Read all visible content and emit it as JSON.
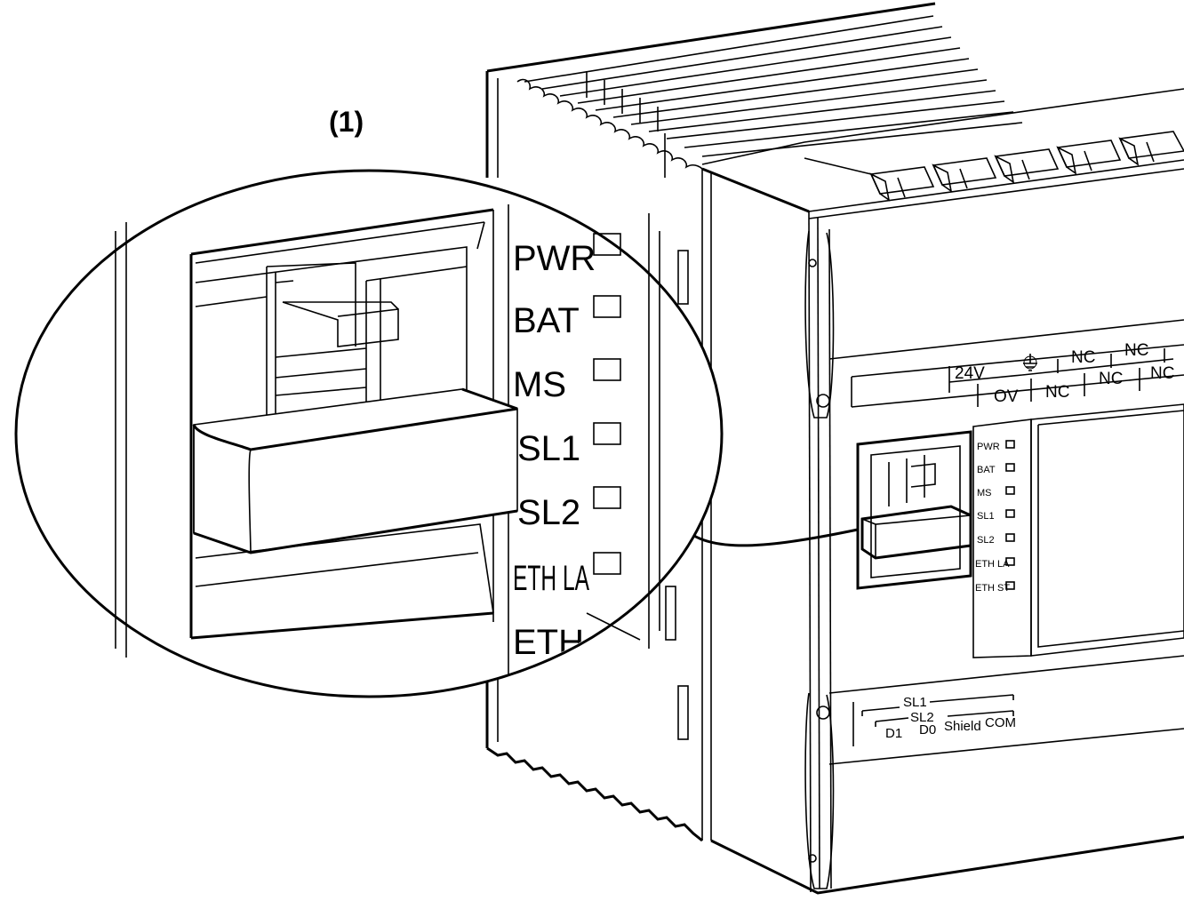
{
  "callout_label": "(1)",
  "led_labels": [
    "PWR",
    "BAT",
    "MS",
    "SL1",
    "SL2",
    "ETH LA",
    "ETH ST"
  ],
  "zoom_led_labels": [
    "PWR",
    "BAT",
    "MS",
    "SL1",
    "SL2",
    "ETH LA",
    "ETH ST"
  ],
  "terminal_top": {
    "row1": [
      "24V",
      "NC",
      "NC"
    ],
    "row2": [
      "OV",
      "NC",
      "NC",
      "NC"
    ]
  },
  "terminal_bottom": {
    "sl1": "SL1",
    "sl2": "SL2",
    "pins": [
      "D1",
      "D0",
      "Shield",
      "COM"
    ]
  },
  "icons": {
    "ground": "protective-earth-icon"
  }
}
